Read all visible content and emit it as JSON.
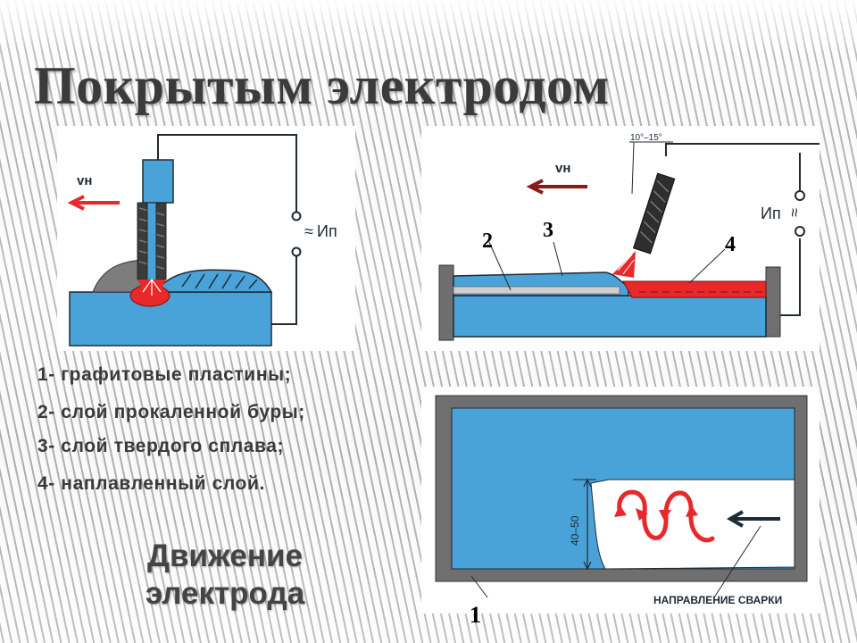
{
  "title": "Покрытым электродом",
  "diagram1": {
    "speed_label": "vн",
    "current_label": "Ип",
    "ac_symbol": "≈"
  },
  "diagram2": {
    "speed_label": "vн",
    "current_label": "Ип",
    "ac_symbol": "≈",
    "angle_label": "10°–15°",
    "markers": [
      "2",
      "3",
      "4"
    ]
  },
  "diagram3": {
    "dimension_label": "40–50",
    "direction_label": "НАПРАВЛЕНИЕ СВАРКИ",
    "marker": "1"
  },
  "legend": {
    "item1": "1- графитовые пластины;",
    "item2": "2- слой прокаленной буры;",
    "item3": "3- слой твердого сплава;",
    "item4": "4- наплавленный слой."
  },
  "caption": "Движение электрода",
  "colors": {
    "metal": "#4aa3d8",
    "arc": "#e8282a",
    "frame": "#6f6f6f",
    "title": "#3b3b3b"
  }
}
